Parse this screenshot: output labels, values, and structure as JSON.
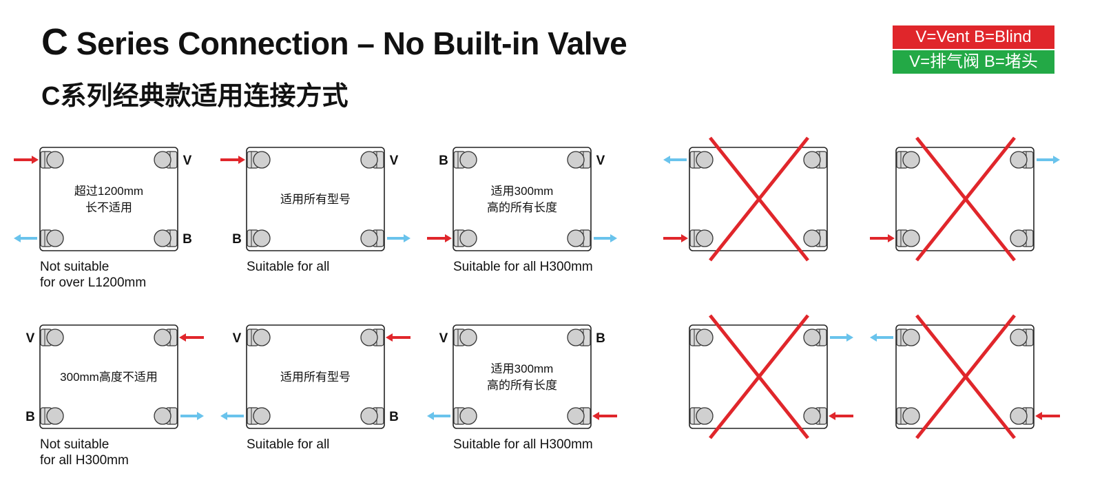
{
  "header": {
    "title_letter": "C",
    "title_rest": " Series Connection – No Built-in Valve",
    "subtitle": "C系列经典款适用连接方式"
  },
  "legend": {
    "english": "V=Vent   B=Blind",
    "chinese": "V=排气阀   B=堵头"
  },
  "colors": {
    "inflow_arrow": "#e0262b",
    "outflow_arrow": "#69c3ec",
    "cross": "#e0262b",
    "legend_red": "#e0262b",
    "legend_green": "#23a946"
  },
  "diagrams": [
    {
      "inner_text": [
        "超过1200mm",
        "长不适用"
      ],
      "caption": [
        "Not suitable",
        "for over  L1200mm"
      ],
      "labels": {
        "tl": "",
        "tr": "V",
        "bl": "",
        "br": "B"
      },
      "arrows": [
        {
          "port": "tl",
          "side": "left",
          "kind": "in"
        },
        {
          "port": "bl",
          "side": "left",
          "kind": "out"
        }
      ],
      "crossed": false
    },
    {
      "inner_text": [
        "适用所有型号"
      ],
      "caption": [
        "Suitable for all"
      ],
      "labels": {
        "tl": "",
        "tr": "V",
        "bl": "B",
        "br": ""
      },
      "arrows": [
        {
          "port": "tl",
          "side": "left",
          "kind": "in"
        },
        {
          "port": "br",
          "side": "right",
          "kind": "out"
        }
      ],
      "crossed": false
    },
    {
      "inner_text": [
        "适用300mm",
        "高的所有长度"
      ],
      "caption": [
        "Suitable for all H300mm"
      ],
      "labels": {
        "tl": "B",
        "tr": "V",
        "bl": "",
        "br": ""
      },
      "arrows": [
        {
          "port": "bl",
          "side": "left",
          "kind": "in"
        },
        {
          "port": "br",
          "side": "right",
          "kind": "out"
        }
      ],
      "crossed": false
    },
    {
      "inner_text": [],
      "caption": [],
      "labels": {
        "tl": "",
        "tr": "",
        "bl": "",
        "br": ""
      },
      "arrows": [
        {
          "port": "tl",
          "side": "left",
          "kind": "out"
        },
        {
          "port": "bl",
          "side": "left",
          "kind": "in"
        }
      ],
      "crossed": true
    },
    {
      "inner_text": [],
      "caption": [],
      "labels": {
        "tl": "",
        "tr": "",
        "bl": "",
        "br": ""
      },
      "arrows": [
        {
          "port": "tr",
          "side": "right",
          "kind": "out"
        },
        {
          "port": "bl",
          "side": "left",
          "kind": "in"
        }
      ],
      "crossed": true
    },
    {
      "inner_text": [
        "300mm高度不适用"
      ],
      "caption": [
        "Not suitable",
        "for all  H300mm"
      ],
      "labels": {
        "tl": "V",
        "tr": "",
        "bl": "B",
        "br": ""
      },
      "arrows": [
        {
          "port": "tr",
          "side": "right",
          "kind": "in"
        },
        {
          "port": "br",
          "side": "right",
          "kind": "out"
        }
      ],
      "crossed": false
    },
    {
      "inner_text": [
        "适用所有型号"
      ],
      "caption": [
        "Suitable for all"
      ],
      "labels": {
        "tl": "V",
        "tr": "",
        "bl": "",
        "br": "B"
      },
      "arrows": [
        {
          "port": "tr",
          "side": "right",
          "kind": "in"
        },
        {
          "port": "bl",
          "side": "left",
          "kind": "out"
        }
      ],
      "crossed": false
    },
    {
      "inner_text": [
        "适用300mm",
        "高的所有长度"
      ],
      "caption": [
        "Suitable for all H300mm"
      ],
      "labels": {
        "tl": "V",
        "tr": "B",
        "bl": "",
        "br": ""
      },
      "arrows": [
        {
          "port": "br",
          "side": "right",
          "kind": "in"
        },
        {
          "port": "bl",
          "side": "left",
          "kind": "out"
        }
      ],
      "crossed": false
    },
    {
      "inner_text": [],
      "caption": [],
      "labels": {
        "tl": "",
        "tr": "",
        "bl": "",
        "br": ""
      },
      "arrows": [
        {
          "port": "tr",
          "side": "right",
          "kind": "out"
        },
        {
          "port": "br",
          "side": "right",
          "kind": "in"
        }
      ],
      "crossed": true
    },
    {
      "inner_text": [],
      "caption": [],
      "labels": {
        "tl": "",
        "tr": "",
        "bl": "",
        "br": ""
      },
      "arrows": [
        {
          "port": "tl",
          "side": "left",
          "kind": "out"
        },
        {
          "port": "br",
          "side": "right",
          "kind": "in"
        }
      ],
      "crossed": true
    }
  ]
}
